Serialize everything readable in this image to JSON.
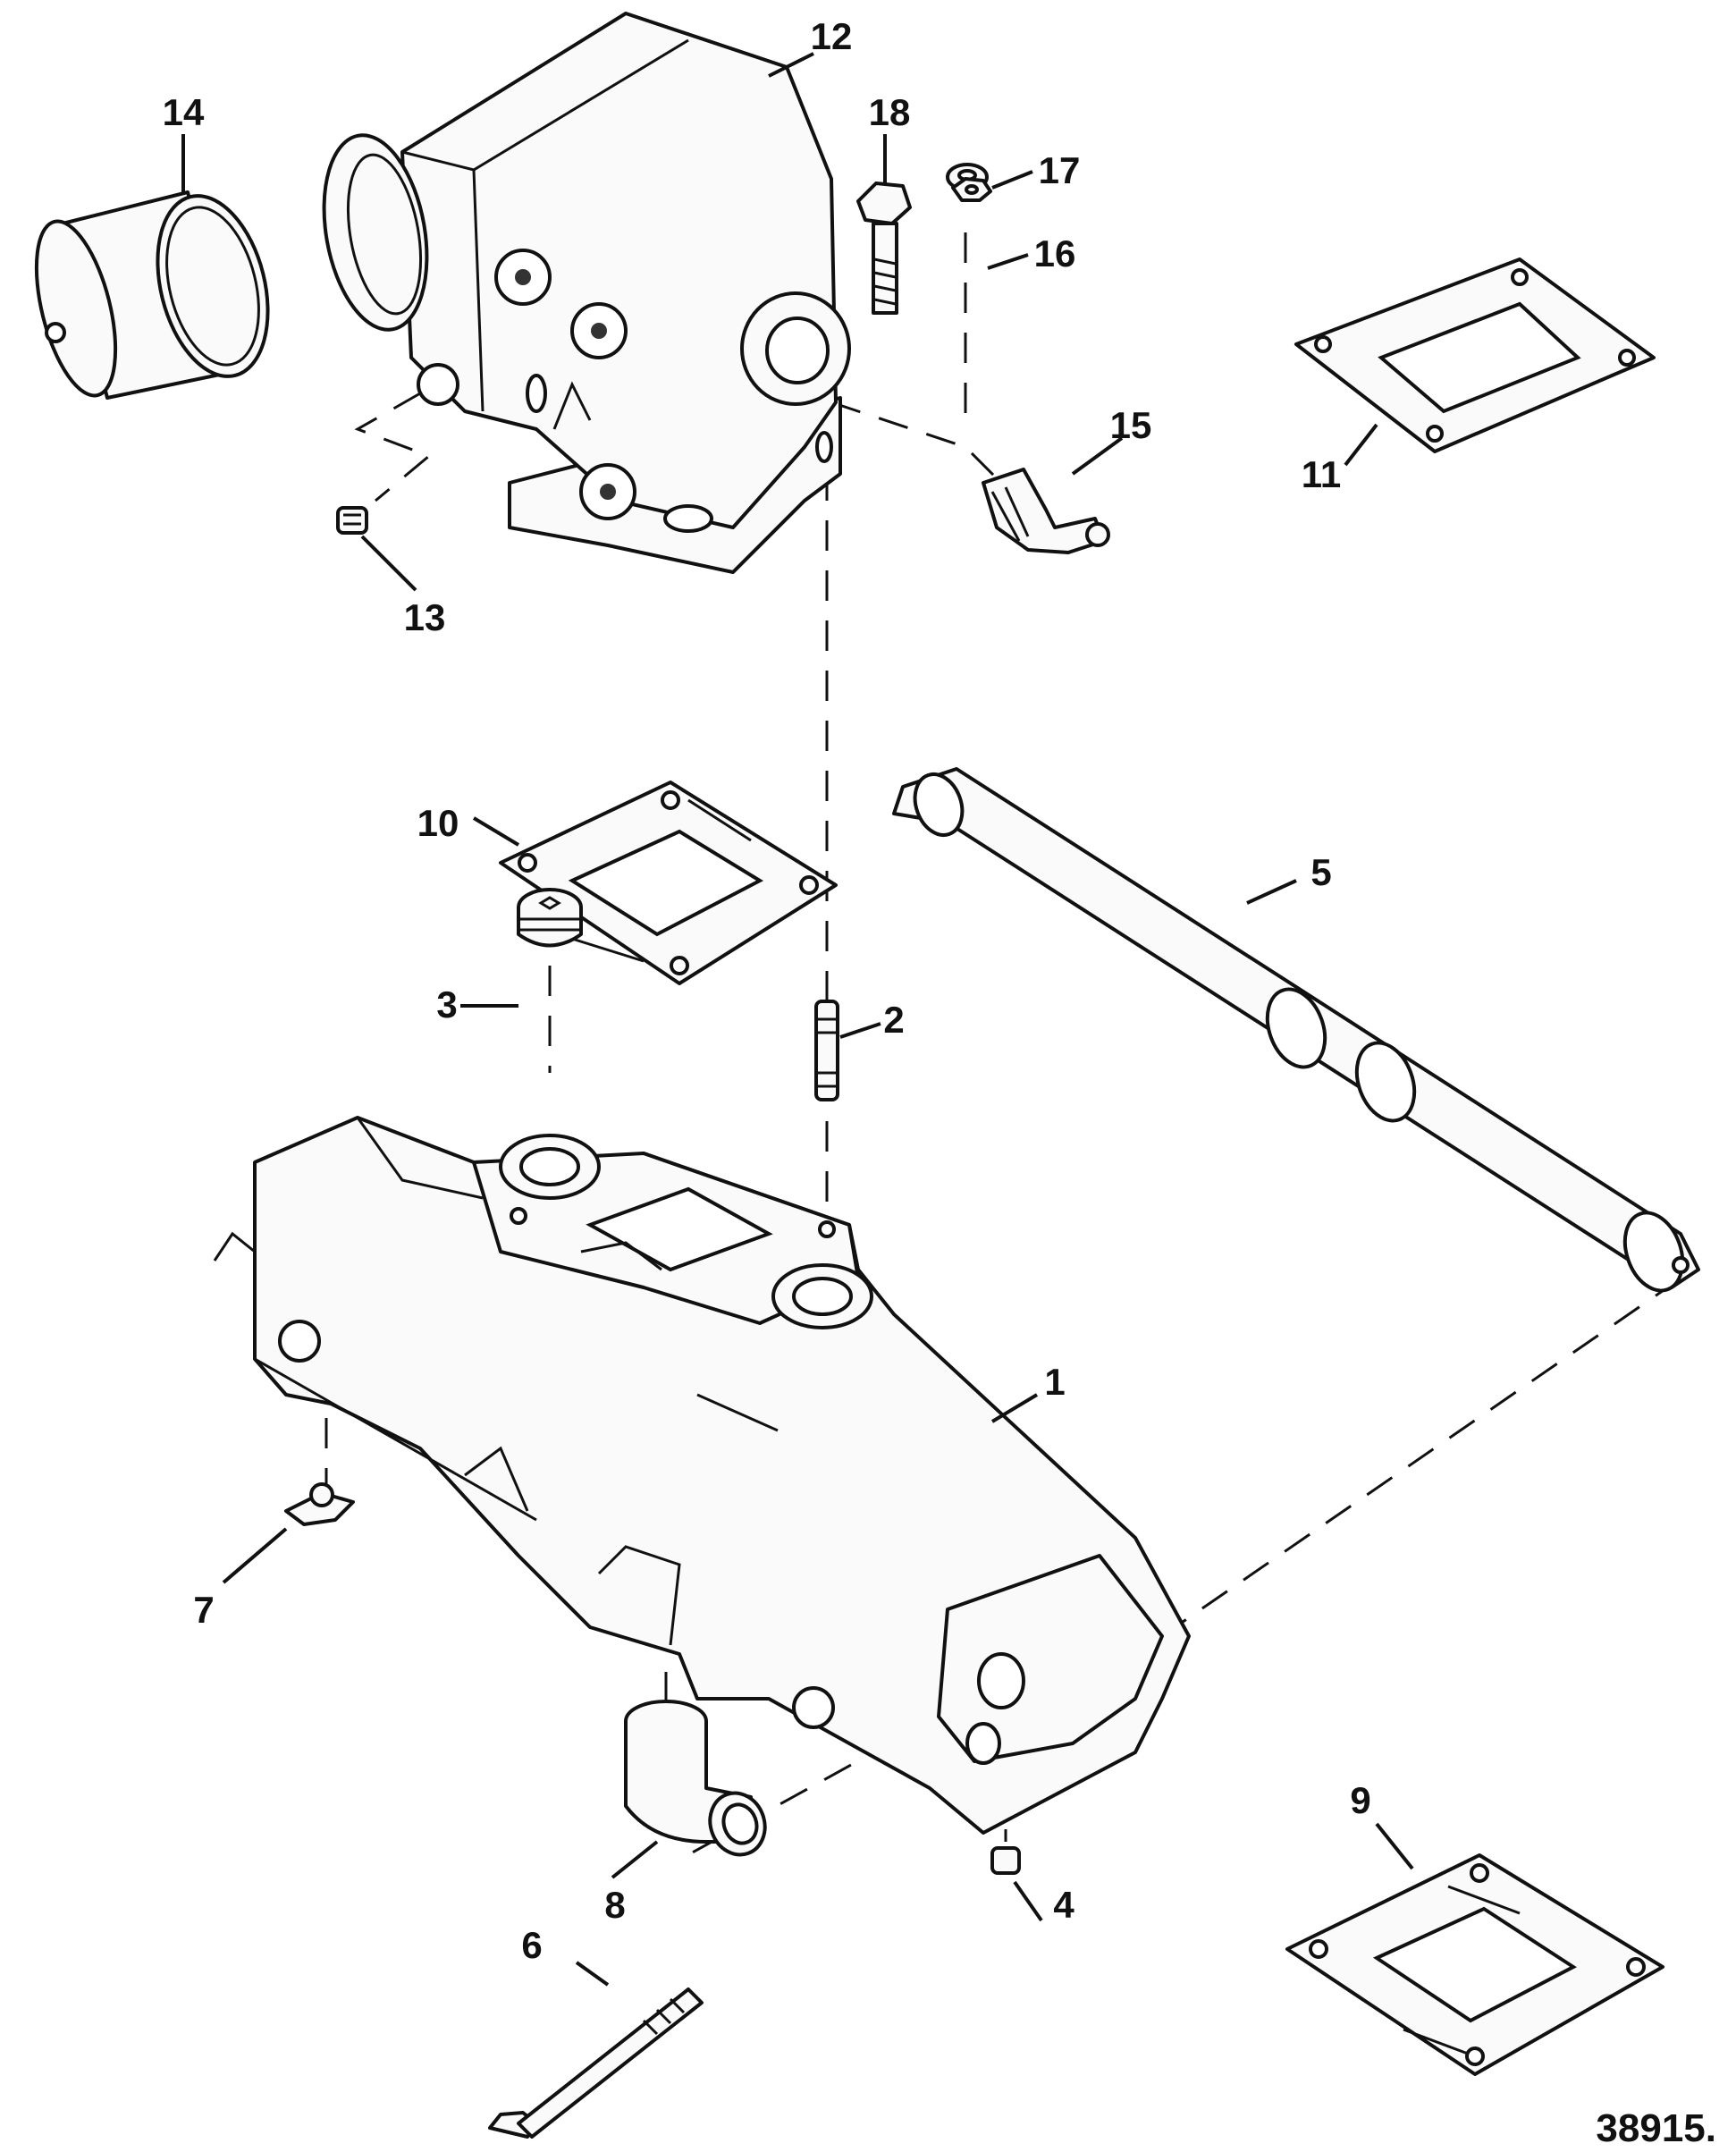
{
  "figure_number": "38915.",
  "callouts": [
    "1",
    "2",
    "3",
    "4",
    "5",
    "6",
    "7",
    "8",
    "9",
    "10",
    "11",
    "12",
    "13",
    "14",
    "15",
    "16",
    "17",
    "18"
  ]
}
